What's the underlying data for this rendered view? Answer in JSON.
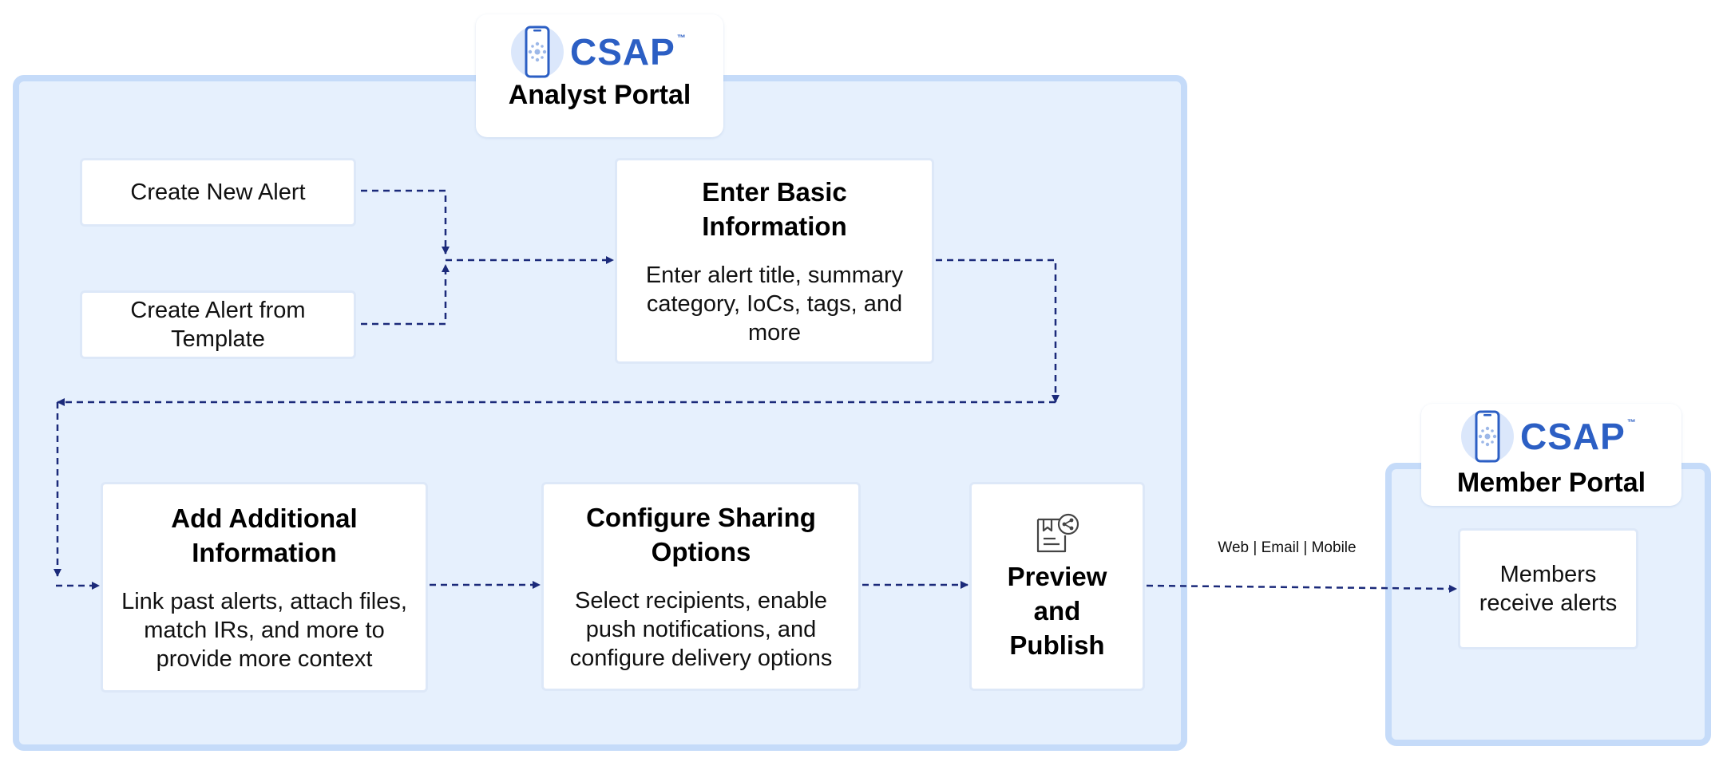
{
  "analyst_portal": {
    "logo_text": "CSAP",
    "logo_tm": "™",
    "title": "Analyst Portal"
  },
  "member_portal": {
    "logo_text": "CSAP",
    "logo_tm": "™",
    "title": "Member Portal",
    "receive_label": "Members receive alerts"
  },
  "start_options": {
    "create_new": "Create New Alert",
    "create_from_template": "Create Alert from Template"
  },
  "steps": {
    "basic": {
      "title": "Enter Basic Information",
      "desc": "Enter alert title, summary category, IoCs, tags, and more"
    },
    "additional": {
      "title": "Add Additional Information",
      "desc": "Link past alerts, attach files, match IRs, and more to provide more context"
    },
    "sharing": {
      "title": "Configure Sharing Options",
      "desc": "Select recipients, enable push notifications, and configure delivery options"
    },
    "publish": {
      "title": "Preview and Publish",
      "icon": "document-share-icon"
    }
  },
  "channel_label": "Web | Email | Mobile",
  "colors": {
    "panel_fill": "#e6f0fd",
    "panel_border": "#c5dbf9",
    "arrow": "#1b2a7a",
    "brand": "#2c5fc4"
  }
}
